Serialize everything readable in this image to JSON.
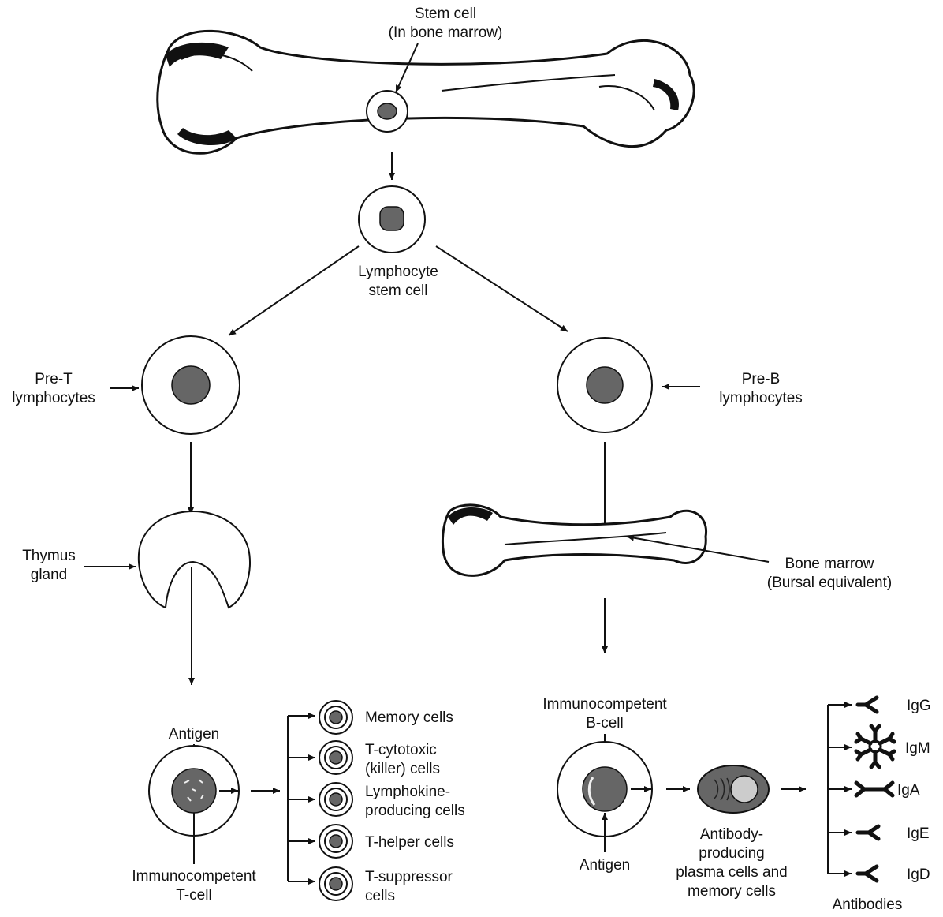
{
  "labels": {
    "stem_cell": [
      "Stem cell",
      "(In bone marrow)"
    ],
    "lymphocyte_stem_cell": [
      "Lymphocyte",
      "stem cell"
    ],
    "pre_t": [
      "Pre-T",
      "lymphocytes"
    ],
    "pre_b": [
      "Pre-B",
      "lymphocytes"
    ],
    "thymus": [
      "Thymus",
      "gland"
    ],
    "bone_marrow": [
      "Bone marrow",
      "(Bursal equivalent)"
    ],
    "antigen_t": "Antigen",
    "immunocompetent_t": [
      "Immunocompetent",
      "T-cell"
    ],
    "immunocompetent_b": [
      "Immunocompetent",
      "B-cell"
    ],
    "antigen_b": "Antigen",
    "plasma": [
      "Antibody-",
      "producing",
      "plasma cells and",
      "memory cells"
    ],
    "antibodies": "Antibodies"
  },
  "t_cell_types": [
    [
      "Memory cells"
    ],
    [
      "T-cytotoxic",
      "(killer) cells"
    ],
    [
      "Lymphokine-",
      "producing cells"
    ],
    [
      "T-helper cells"
    ],
    [
      "T-suppressor",
      "cells"
    ]
  ],
  "antibody_classes": [
    "IgG",
    "IgM",
    "IgA",
    "IgE",
    "IgD"
  ]
}
